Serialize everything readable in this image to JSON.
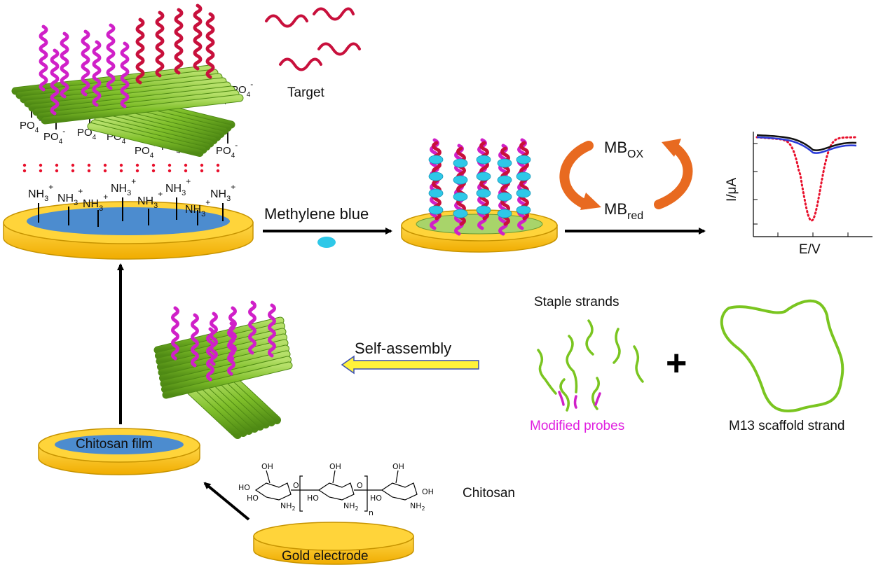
{
  "labels": {
    "target": "Target",
    "methylene_blue": "Methylene blue",
    "mb_ox_main": "MB",
    "mb_ox_sub": "OX",
    "mb_red_main": "MB",
    "mb_red_sub": "red",
    "y_axis": "I/μA",
    "x_axis": "E/V",
    "staple_strands": "Staple strands",
    "self_assembly": "Self-assembly",
    "modified_probes": "Modified probes",
    "m13": "M13 scaffold strand",
    "chitosan_film": "Chitosan film",
    "chitosan": "Chitosan",
    "gold_electrode": "Gold electrode",
    "plus": "+"
  },
  "chem": {
    "po4_main": "PO",
    "po4_sub": "4",
    "po4_sup": "-",
    "nh3_main": "NH",
    "nh3_sub": "3",
    "nh3_sup": "+",
    "ho": "HO",
    "oh": "OH",
    "nh2": "NH",
    "nh2_sub": "2",
    "o": "O",
    "n": "n"
  },
  "colors": {
    "gold": "#f8c300",
    "gold_edge": "#d9a300",
    "blue_film": "#4c8ccf",
    "green_film": "#a8d46a",
    "origami": "#8cc63f",
    "probe": "#d020c8",
    "target": "#c8103c",
    "mb_bead": "#2ec8e8",
    "arrow_orange": "#e86a20",
    "curve_red": "#e8102c",
    "curve_blue": "#2a3ad8",
    "probe_text": "#e020e0"
  }
}
